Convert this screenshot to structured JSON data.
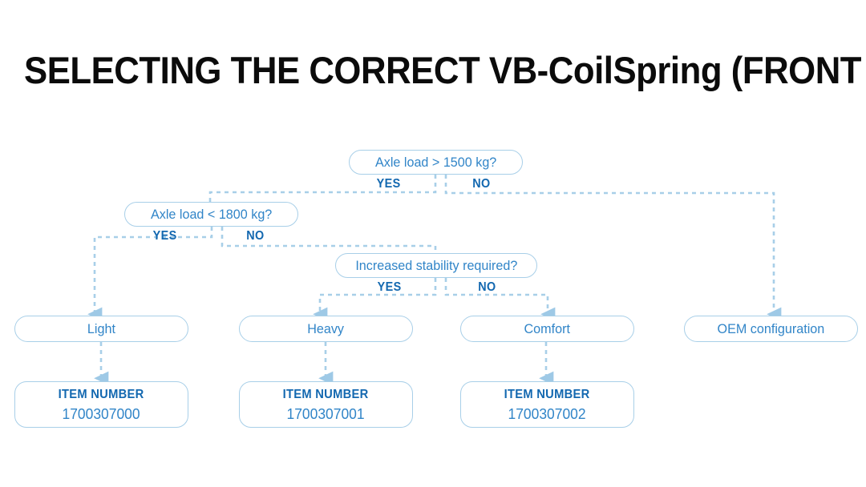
{
  "page": {
    "title": "SELECTING THE CORRECT VB-CoilSpring (FRONT AXLE)",
    "background_color": "#ffffff",
    "title_color": "#0b0b0b"
  },
  "colors": {
    "node_border": "#a8cfe8",
    "node_text": "#3185c8",
    "branch_label": "#1368b0",
    "connector": "#a8cfe8"
  },
  "flow": {
    "decisions": [
      {
        "id": "axle-load-gt-1500",
        "label": "Axle load > 1500 kg?",
        "yes_label": "YES",
        "no_label": "NO"
      },
      {
        "id": "axle-load-lt-1800",
        "label": "Axle load < 1800 kg?",
        "yes_label": "YES",
        "no_label": "NO"
      },
      {
        "id": "increased-stability",
        "label": "Increased stability required?",
        "yes_label": "YES",
        "no_label": "NO"
      }
    ],
    "results": [
      {
        "id": "light",
        "label": "Light"
      },
      {
        "id": "heavy",
        "label": "Heavy"
      },
      {
        "id": "comfort",
        "label": "Comfort"
      },
      {
        "id": "oem",
        "label": "OEM configuration"
      }
    ],
    "items": [
      {
        "id": "item-light",
        "title": "ITEM NUMBER",
        "number": "1700307000"
      },
      {
        "id": "item-heavy",
        "title": "ITEM NUMBER",
        "number": "1700307001"
      },
      {
        "id": "item-comfort",
        "title": "ITEM NUMBER",
        "number": "1700307002"
      }
    ]
  }
}
